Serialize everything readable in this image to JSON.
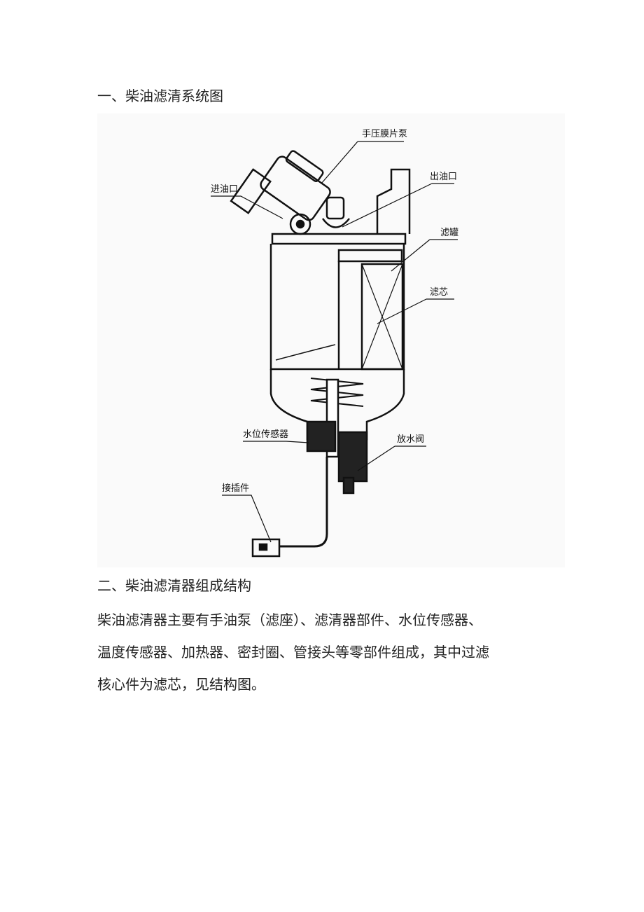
{
  "section1": {
    "heading": "一、柴油滤清系统图"
  },
  "diagram": {
    "labels": {
      "pump": "手压膜片泵",
      "inlet": "进油口",
      "outlet": "出油口",
      "tank": "滤罐",
      "element": "滤芯",
      "sensor": "水位传感器",
      "drain": "放水阀",
      "connector": "接插件"
    }
  },
  "section2": {
    "heading": "二、柴油滤清器组成结构",
    "lines": [
      "柴油滤清器主要有手油泵（滤座）、滤清器部件、水位传感器、",
      "温度传感器、加热器、密封圈、管接头等零部件组成，其中过滤",
      "核心件为滤芯，见结构图。"
    ]
  }
}
